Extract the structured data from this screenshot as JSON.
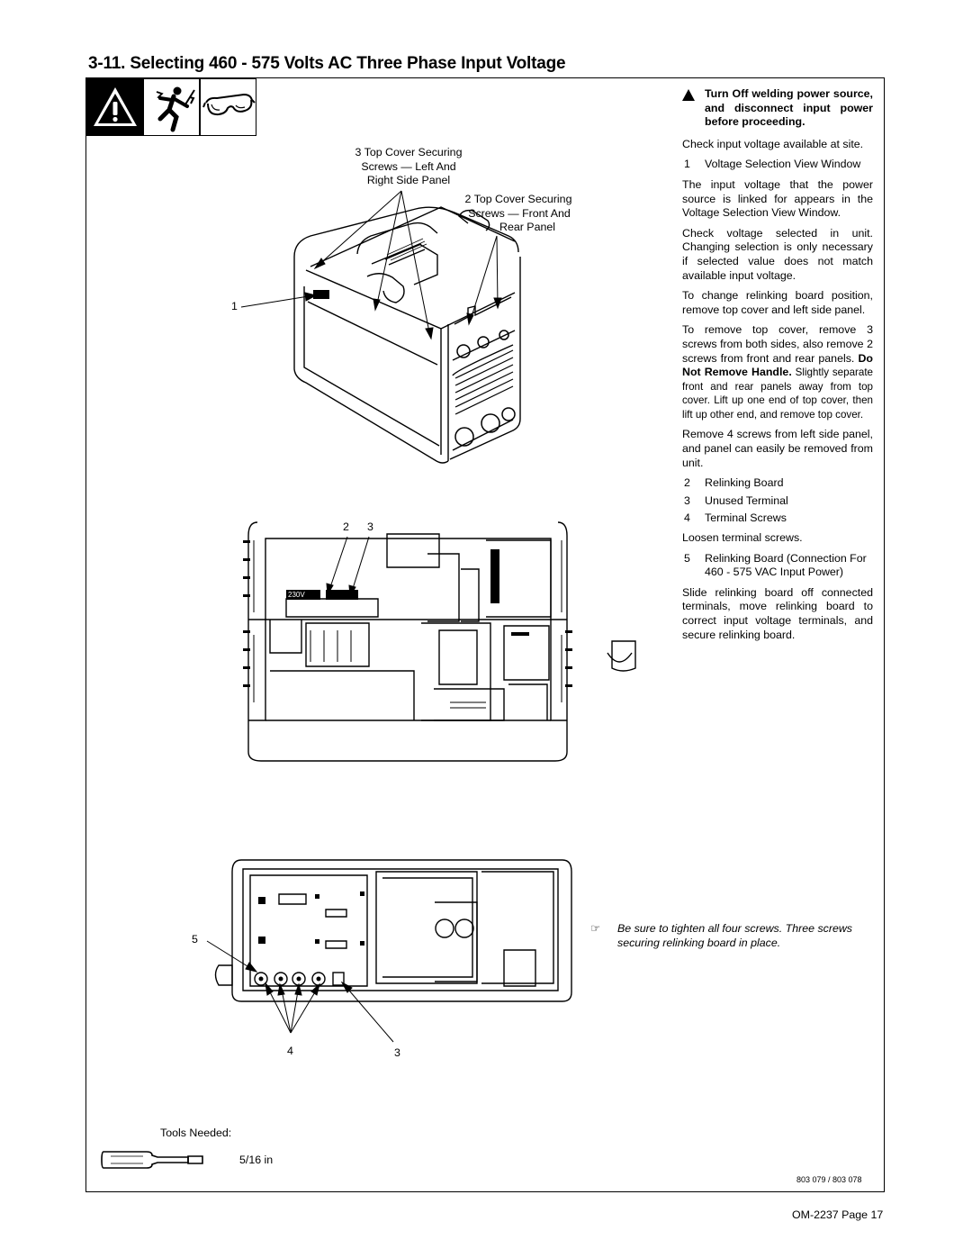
{
  "title": "3-11.  Selecting 460 - 575 Volts AC Three Phase Input Voltage",
  "icons": [
    "warning-triangle-icon",
    "electric-shock-icon",
    "safety-glasses-icon"
  ],
  "right_column": {
    "warning": "Turn Off welding power source, and disconnect input power before proceeding.",
    "p1": "Check input voltage available at site.",
    "item1_num": "1",
    "item1_text": "Voltage Selection View Window",
    "p2": "The input voltage that the power source is linked for appears in the Voltage Selection View Window.",
    "p3": "Check voltage selected in unit. Changing selection is only necessary if selected value does not match available input voltage.",
    "p4": "To change relinking board position, remove top cover and left side panel.",
    "p5_a": "To remove top cover, remove 3 screws from both sides, also remove 2 screws from front and rear panels. ",
    "p5_bold": "Do Not Remove Handle.",
    "p5_b": " Slightly separate front and rear panels away from top cover. Lift up one end of top cover, then lift up other end, and remove top cover.",
    "p6": "Remove 4 screws from left side panel, and panel can easily be removed from unit.",
    "item2_num": "2",
    "item2_text": "Relinking Board",
    "item3_num": "3",
    "item3_text": "Unused Terminal",
    "item4_num": "4",
    "item4_text": "Terminal Screws",
    "p7": "Loosen terminal screws.",
    "item5_num": "5",
    "item5_text": "Relinking Board (Connection For 460 - 575 VAC Input Power)",
    "p8": "Slide relinking board off connected terminals, move relinking board to correct input voltage terminals, and secure relinking board."
  },
  "figure_labels": {
    "label3_l1": "3 Top Cover Securing",
    "label3_l2": "Screws — Left And",
    "label3_l3": "Right Side Panel",
    "label2_l1": "2 Top Cover Securing",
    "label2_l2": "Screws — Front And",
    "label2_l3": "Rear Panel",
    "callout_1": "1",
    "callout_2": "2",
    "callout_3": "3",
    "callout_4": "4",
    "callout_5": "5",
    "callout_3b": "3",
    "board_label": "230V"
  },
  "note_icon": "☞",
  "note": "Be sure to tighten all four screws. Three screws securing relinking board in place.",
  "tools_needed": "Tools Needed:",
  "tool_size": "5/16 in",
  "drawing_number": "803 079 / 803 078",
  "page_number": "OM-2237 Page 17"
}
